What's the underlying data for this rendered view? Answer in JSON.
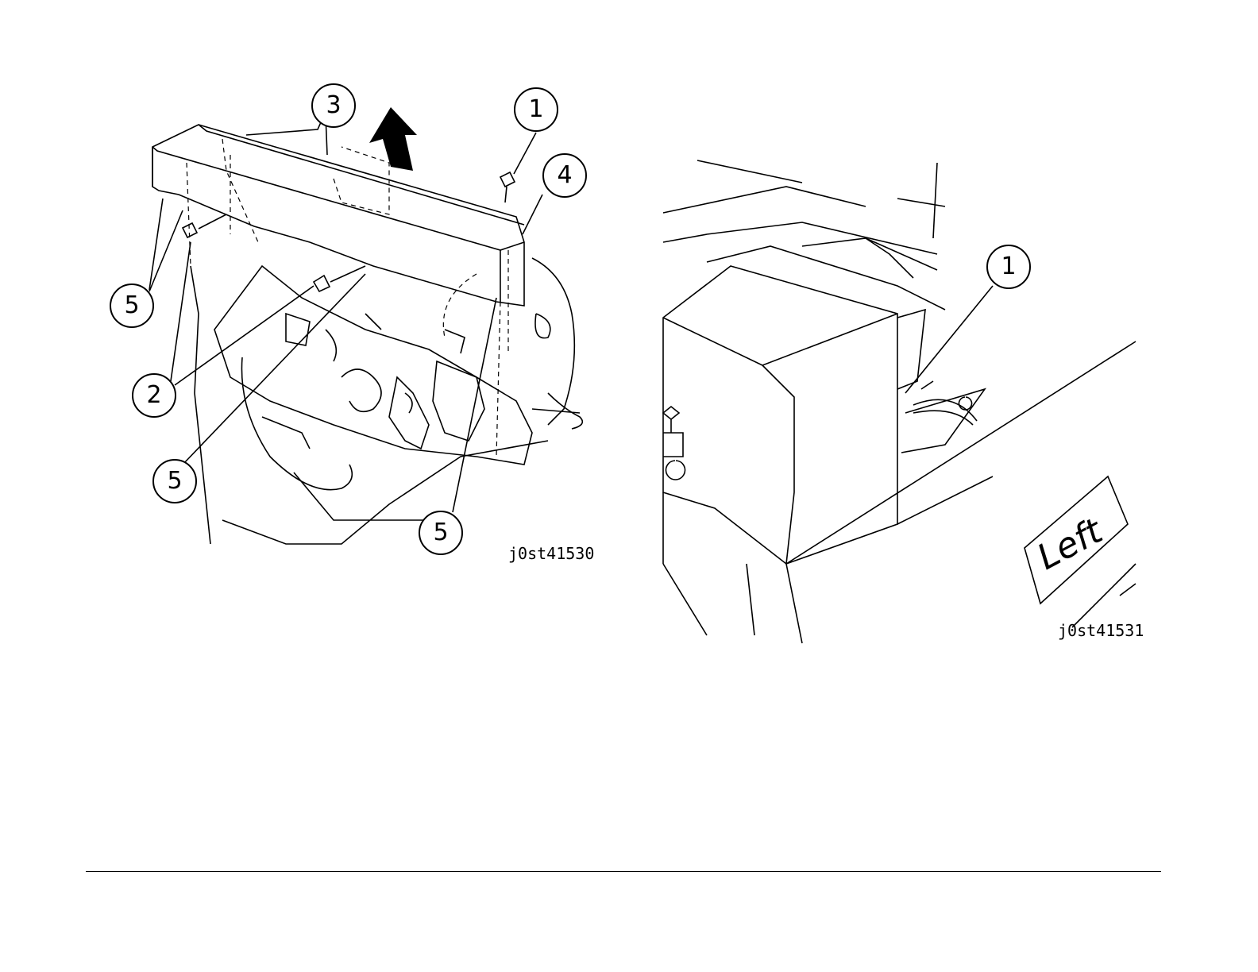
{
  "figures": [
    {
      "code": "j0st41530",
      "callouts": [
        "3",
        "1",
        "4",
        "5",
        "2",
        "5",
        "5"
      ]
    },
    {
      "code": "j0st41531",
      "callouts": [
        "1"
      ],
      "label": "Left"
    }
  ]
}
